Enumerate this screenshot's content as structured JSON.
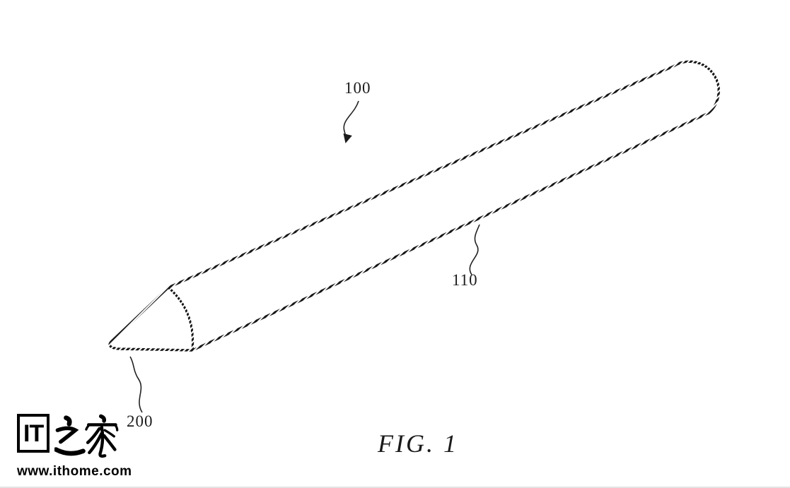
{
  "figure": {
    "refs": {
      "r100": "100",
      "r110": "110",
      "r200": "200"
    },
    "caption": "FIG. 1"
  },
  "watermark": {
    "logo_latin": "IT",
    "logo_cjk": "之家",
    "site": "www.ithome.com"
  },
  "colors": {
    "ink": "#1b1b1b",
    "background": "#ffffff"
  }
}
